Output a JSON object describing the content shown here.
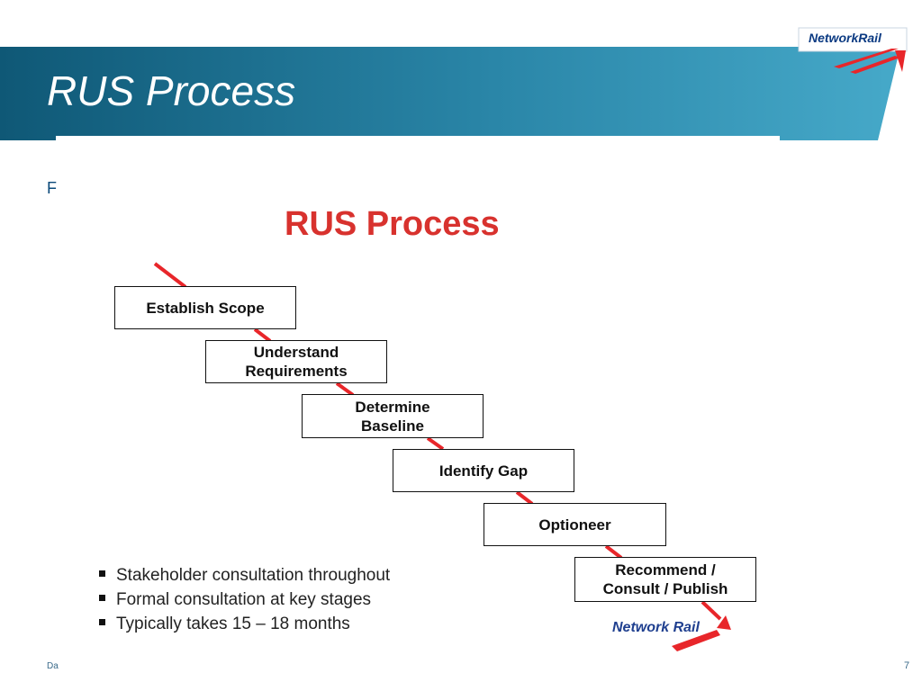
{
  "slide": {
    "title": "RUS Process",
    "left_fragment": "F",
    "footer_fragment": "Da",
    "page_number": "7",
    "header_colors": {
      "dark": "#0f5a7a",
      "light": "#3aa3c4"
    }
  },
  "brand": {
    "logo_text": "NetworkRail",
    "logo_icon": "network-rail-arrow-logo"
  },
  "diagram": {
    "title": "RUS Process",
    "steps": [
      {
        "label": "Establish Scope"
      },
      {
        "label": "Understand\nRequirements"
      },
      {
        "label": "Determine\nBaseline"
      },
      {
        "label": "Identify Gap"
      },
      {
        "label": "Optioneer"
      },
      {
        "label": "Recommend /\nConsult / Publish"
      }
    ],
    "notes": [
      "Stakeholder consultation throughout",
      "Formal consultation at key stages",
      "Typically takes 15 – 18 months"
    ],
    "footer_logo_text": "Network Rail",
    "line_color": "#e8262a"
  }
}
